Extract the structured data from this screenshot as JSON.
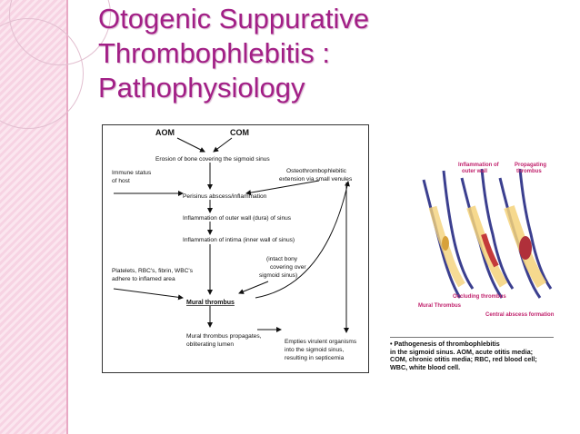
{
  "slide": {
    "title_lines": [
      "Otogenic Suppurative",
      "Thrombophlebitis :",
      "Pathophysiology"
    ],
    "accent_color": "#a21f86"
  },
  "flowchart": {
    "aom": "AOM",
    "com": "COM",
    "erosion": "Erosion of bone covering the sigmoid sinus",
    "immune_1": "Immune status",
    "immune_2": "of host",
    "osteo_1": "Osteothrombophlebitic",
    "osteo_2": "extension via small venules",
    "perisinus": "Perisinus abscess/inflammation",
    "outer_wall": "Inflammation of outer wall (dura) of sinus",
    "intima": "Inflammation of intima (inner wall of sinus)",
    "platelets_1": "Platelets, RBC's, fibrin, WBC's",
    "platelets_2": "adhere to inflamed area",
    "intact_1": "(intact bony",
    "intact_2": "covering over",
    "intact_3": "sigmoid sinus)",
    "mural": "Mural thrombus",
    "propagates_1": "Mural thrombus propagates,",
    "propagates_2": "obliterating lumen",
    "empties_1": "Empties virulent organisms",
    "empties_2": "into the sigmoid sinus,",
    "empties_3": "resulting in septicemia"
  },
  "illustration": {
    "label_inflammation_1": "Inflammation of",
    "label_inflammation_2": "outer wall",
    "label_propagating_1": "Propagating",
    "label_propagating_2": "thrombus",
    "label_mural": "Mural Thrombus",
    "label_occluding": "Occluding thrombus",
    "label_central": "Central abscess formation"
  },
  "caption": {
    "line1": "• Pathogenesis of thrombophlebitis",
    "line2": "in the sigmoid sinus. AOM, acute otitis media;",
    "line3": "COM, chronic otitis media; RBC, red blood cell;",
    "line4": "WBC, white blood cell."
  }
}
